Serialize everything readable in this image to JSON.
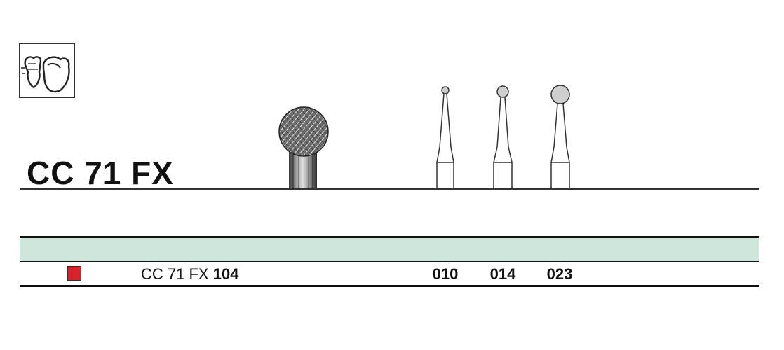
{
  "product": {
    "title": "CC 71 FX"
  },
  "pictogram": {
    "icon": "tooth-crown-icon"
  },
  "table": {
    "marker_color": "#d6232a",
    "band_color": "#cfe7db",
    "row": {
      "code_prefix": "CC 71 FX",
      "code_suffix": "104",
      "sizes": [
        "010",
        "014",
        "023"
      ]
    }
  }
}
